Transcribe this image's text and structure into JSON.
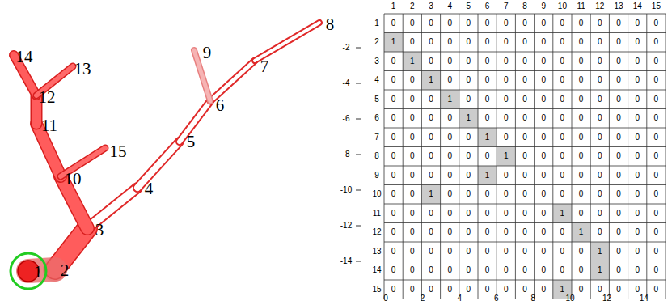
{
  "diagram": {
    "labels": [
      "1",
      "2",
      "3",
      "4",
      "5",
      "6",
      "7",
      "8",
      "9",
      "10",
      "11",
      "12",
      "13",
      "14",
      "15",
      "1",
      "2",
      "3",
      "4",
      "5",
      "6",
      "7",
      "8",
      "9",
      "10",
      "11",
      "12",
      "13",
      "14",
      "15",
      "1",
      "0",
      "0",
      "0",
      "0",
      "0",
      "0",
      "0",
      "0",
      "0",
      "0",
      "0",
      "0",
      "0",
      "0",
      "0",
      "2",
      "1",
      "0",
      "0",
      "0",
      "0",
      "0",
      "0",
      "0",
      "0",
      "0",
      "0",
      "0",
      "0",
      "0",
      "0",
      "3",
      "0",
      "1",
      "0",
      "0",
      "0",
      "0",
      "0",
      "0",
      "0",
      "0",
      "0",
      "0",
      "0",
      "0",
      "0",
      "4",
      "0",
      "0",
      "1",
      "0",
      "0",
      "0",
      "0",
      "0",
      "0",
      "0",
      "0",
      "0",
      "0",
      "0",
      "0",
      "5",
      "0",
      "0",
      "0",
      "1",
      "0",
      "0",
      "0",
      "0",
      "0",
      "0",
      "0",
      "0",
      "0",
      "0",
      "0",
      "6",
      "0",
      "0",
      "0",
      "0",
      "1",
      "0",
      "0",
      "0",
      "0",
      "0",
      "0",
      "0",
      "0",
      "0",
      "0",
      "7",
      "0",
      "0",
      "0",
      "0",
      "0",
      "1",
      "0",
      "0",
      "0",
      "0",
      "0",
      "0",
      "0",
      "0",
      "0",
      "8",
      "0",
      "0",
      "0",
      "0",
      "0",
      "0",
      "1",
      "0",
      "0",
      "0",
      "0",
      "0",
      "0",
      "0",
      "0",
      "9",
      "0",
      "0",
      "0",
      "0",
      "0",
      "1",
      "0",
      "0",
      "0",
      "0",
      "0",
      "0",
      "0",
      "0",
      "0",
      "10",
      "0",
      "0",
      "1",
      "0",
      "0",
      "0",
      "0",
      "0",
      "0",
      "0",
      "0",
      "0",
      "0",
      "0",
      "0",
      "11",
      "0",
      "0",
      "0",
      "0",
      "0",
      "0",
      "0",
      "0",
      "0",
      "1",
      "0",
      "0",
      "0",
      "0",
      "0",
      "12",
      "0",
      "0",
      "0",
      "0",
      "0",
      "0",
      "0",
      "0",
      "0",
      "0",
      "1",
      "0",
      "0",
      "0",
      "0",
      "13",
      "0",
      "0",
      "0",
      "0",
      "0",
      "0",
      "0",
      "0",
      "0",
      "0",
      "0",
      "1",
      "0",
      "0",
      "0",
      "14",
      "0",
      "0",
      "0",
      "0",
      "0",
      "0",
      "0",
      "0",
      "0",
      "0",
      "0",
      "1",
      "0",
      "0",
      "0",
      "15",
      "0",
      "0",
      "0",
      "0",
      "0",
      "0",
      "0",
      "0",
      "0",
      "1",
      "0",
      "0",
      "0",
      "0",
      "0",
      "-2",
      "-4",
      "-6",
      "-8",
      "-10",
      "-12",
      "-14",
      "0",
      "2",
      "4",
      "6",
      "8",
      "10",
      "12",
      "14"
    ]
  }
}
